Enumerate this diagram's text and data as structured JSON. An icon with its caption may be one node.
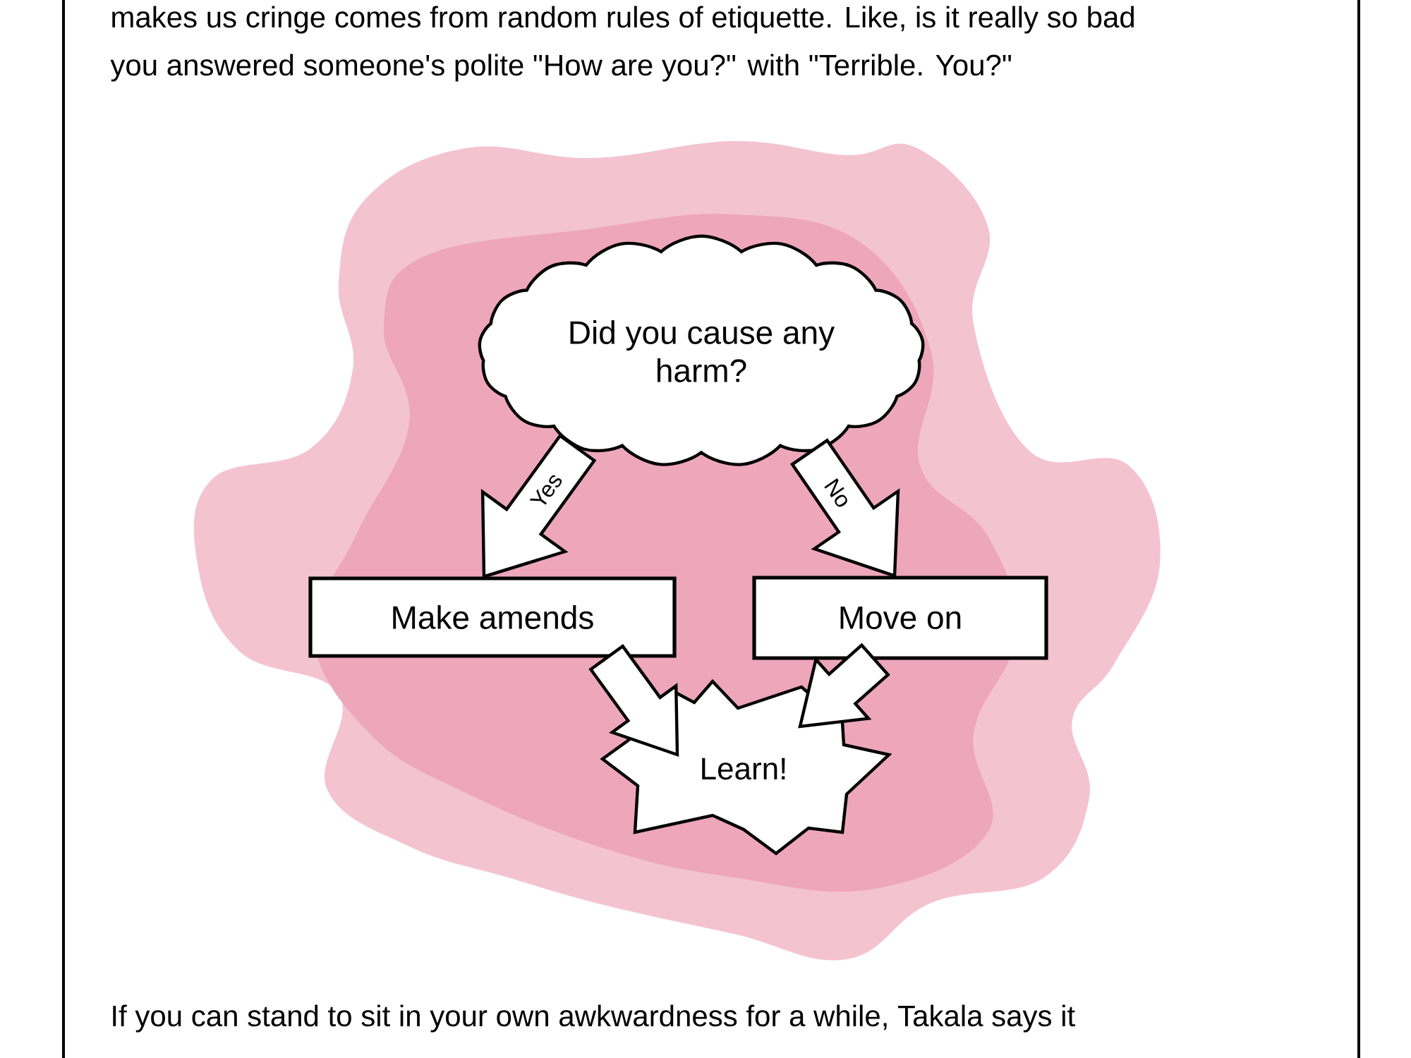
{
  "diagram": {
    "nodes": [
      {
        "text": [
          "Did you cause any harm?"
        ]
      },
      {
        "text": [
          "Make amends"
        ]
      },
      {
        "text": [
          "Move on"
        ]
      },
      {
        "text": [
          "Learn!"
        ]
      }
    ],
    "edges": [
      {
        "from": 0,
        "to": 1,
        "arrow": "to",
        "label": "Yes"
      },
      {
        "from": 0,
        "to": 2,
        "arrow": "to",
        "label": "No"
      },
      {
        "from": 1,
        "to": 3,
        "arrow": "to"
      },
      {
        "from": 2,
        "to": 3,
        "arrow": "to"
      }
    ],
    "labels": [
      "makes us cringe comes from random rules of etiquette. Like, is it really so bad",
      "you answered someone's polite \"How are you?\" with \"Terrible. You?\"",
      "If you can stand to sit in your own awkwardness for a while, Takala says it"
    ]
  }
}
